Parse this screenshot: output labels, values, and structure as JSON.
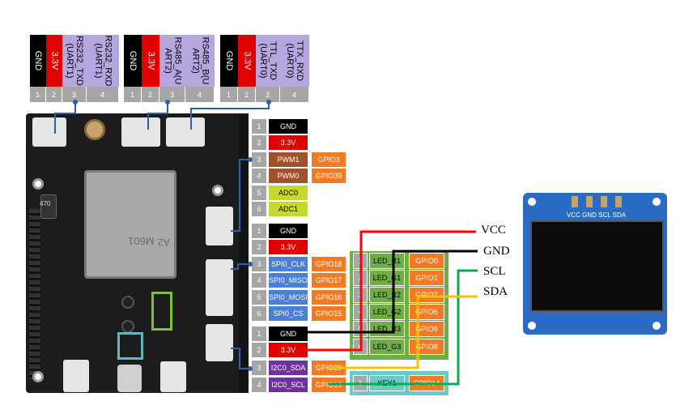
{
  "colors": {
    "black": "#000000",
    "red": "#e00000",
    "lav": "#b4a7e0",
    "orange": "#f47a21",
    "brown": "#a0522d",
    "yellowgreen": "#c5d82c",
    "blue": "#4a7fd1",
    "purple": "#7030a0",
    "green": "#70ad47",
    "teal": "#6fc7c9",
    "wire_red": "#ff0000",
    "wire_black": "#000000",
    "wire_green": "#00b050",
    "wire_yellow": "#ffc000"
  },
  "headers": [
    {
      "labels": [
        "GND",
        "3.3V",
        "RS232_TXD\n(UART1)",
        "RS232_RXD\n(UART1)"
      ],
      "pins": [
        "1",
        "2",
        "3",
        "4"
      ]
    },
    {
      "labels": [
        "GND",
        "3.3V",
        "RS485_A(U\nART2)",
        "RS485_B(U\nART2)"
      ],
      "pins": [
        "1",
        "2",
        "3",
        "4"
      ]
    },
    {
      "labels": [
        "GND",
        "3.3V",
        "TTL_TXD\n(UART0)",
        "TTX_RXD\n(UART0)"
      ],
      "pins": [
        "1",
        "2",
        "3",
        "4"
      ]
    }
  ],
  "group1": [
    {
      "num": "1",
      "name": "GND"
    },
    {
      "num": "2",
      "name": "3.3V"
    },
    {
      "num": "3",
      "name": "PWM1",
      "gpio": "GPIO3"
    },
    {
      "num": "4",
      "name": "PWM0",
      "gpio": "GPIO39"
    },
    {
      "num": "5",
      "name": "ADC0"
    },
    {
      "num": "6",
      "name": "ADC1"
    }
  ],
  "group2": [
    {
      "num": "1",
      "name": "GND"
    },
    {
      "num": "2",
      "name": "3.3V"
    },
    {
      "num": "3",
      "name": "SPI0_CLK",
      "gpio": "GPIO18"
    },
    {
      "num": "4",
      "name": "SPI0_MISO",
      "gpio": "GPIO17"
    },
    {
      "num": "5",
      "name": "SPI0_MOSI",
      "gpio": "GPIO16"
    },
    {
      "num": "6",
      "name": "SPI0_CS",
      "gpio": "GPIO15"
    }
  ],
  "group3": [
    {
      "num": "1",
      "name": "GND"
    },
    {
      "num": "2",
      "name": "3.3V"
    },
    {
      "num": "3",
      "name": "I2C0_SDA",
      "gpio": "GPIO20"
    },
    {
      "num": "4",
      "name": "I2C0_SCL",
      "gpio": "GPIO19"
    }
  ],
  "leds": [
    {
      "num": "1",
      "name": "LED_R1",
      "gpio": "GPIO0"
    },
    {
      "num": "2",
      "name": "LED_G1",
      "gpio": "GPIO1"
    },
    {
      "num": "3",
      "name": "LED_R2",
      "gpio": "GPIO7"
    },
    {
      "num": "4",
      "name": "LED_G2",
      "gpio": "GPIO6"
    },
    {
      "num": "5",
      "name": "LED_R3",
      "gpio": "GPIO9"
    },
    {
      "num": "6",
      "name": "LED_G3",
      "gpio": "GPIO8"
    }
  ],
  "key": {
    "num": "1",
    "name": "KEY1",
    "gpio": "GPIO14"
  },
  "wire_labels": {
    "vcc": "VCC",
    "gnd": "GND",
    "scl": "SCL",
    "sda": "SDA"
  },
  "board_text": {
    "module": "M601",
    "module_sub": "A2",
    "cap": "470"
  },
  "oled_text": "VCC GND SCL SDA"
}
